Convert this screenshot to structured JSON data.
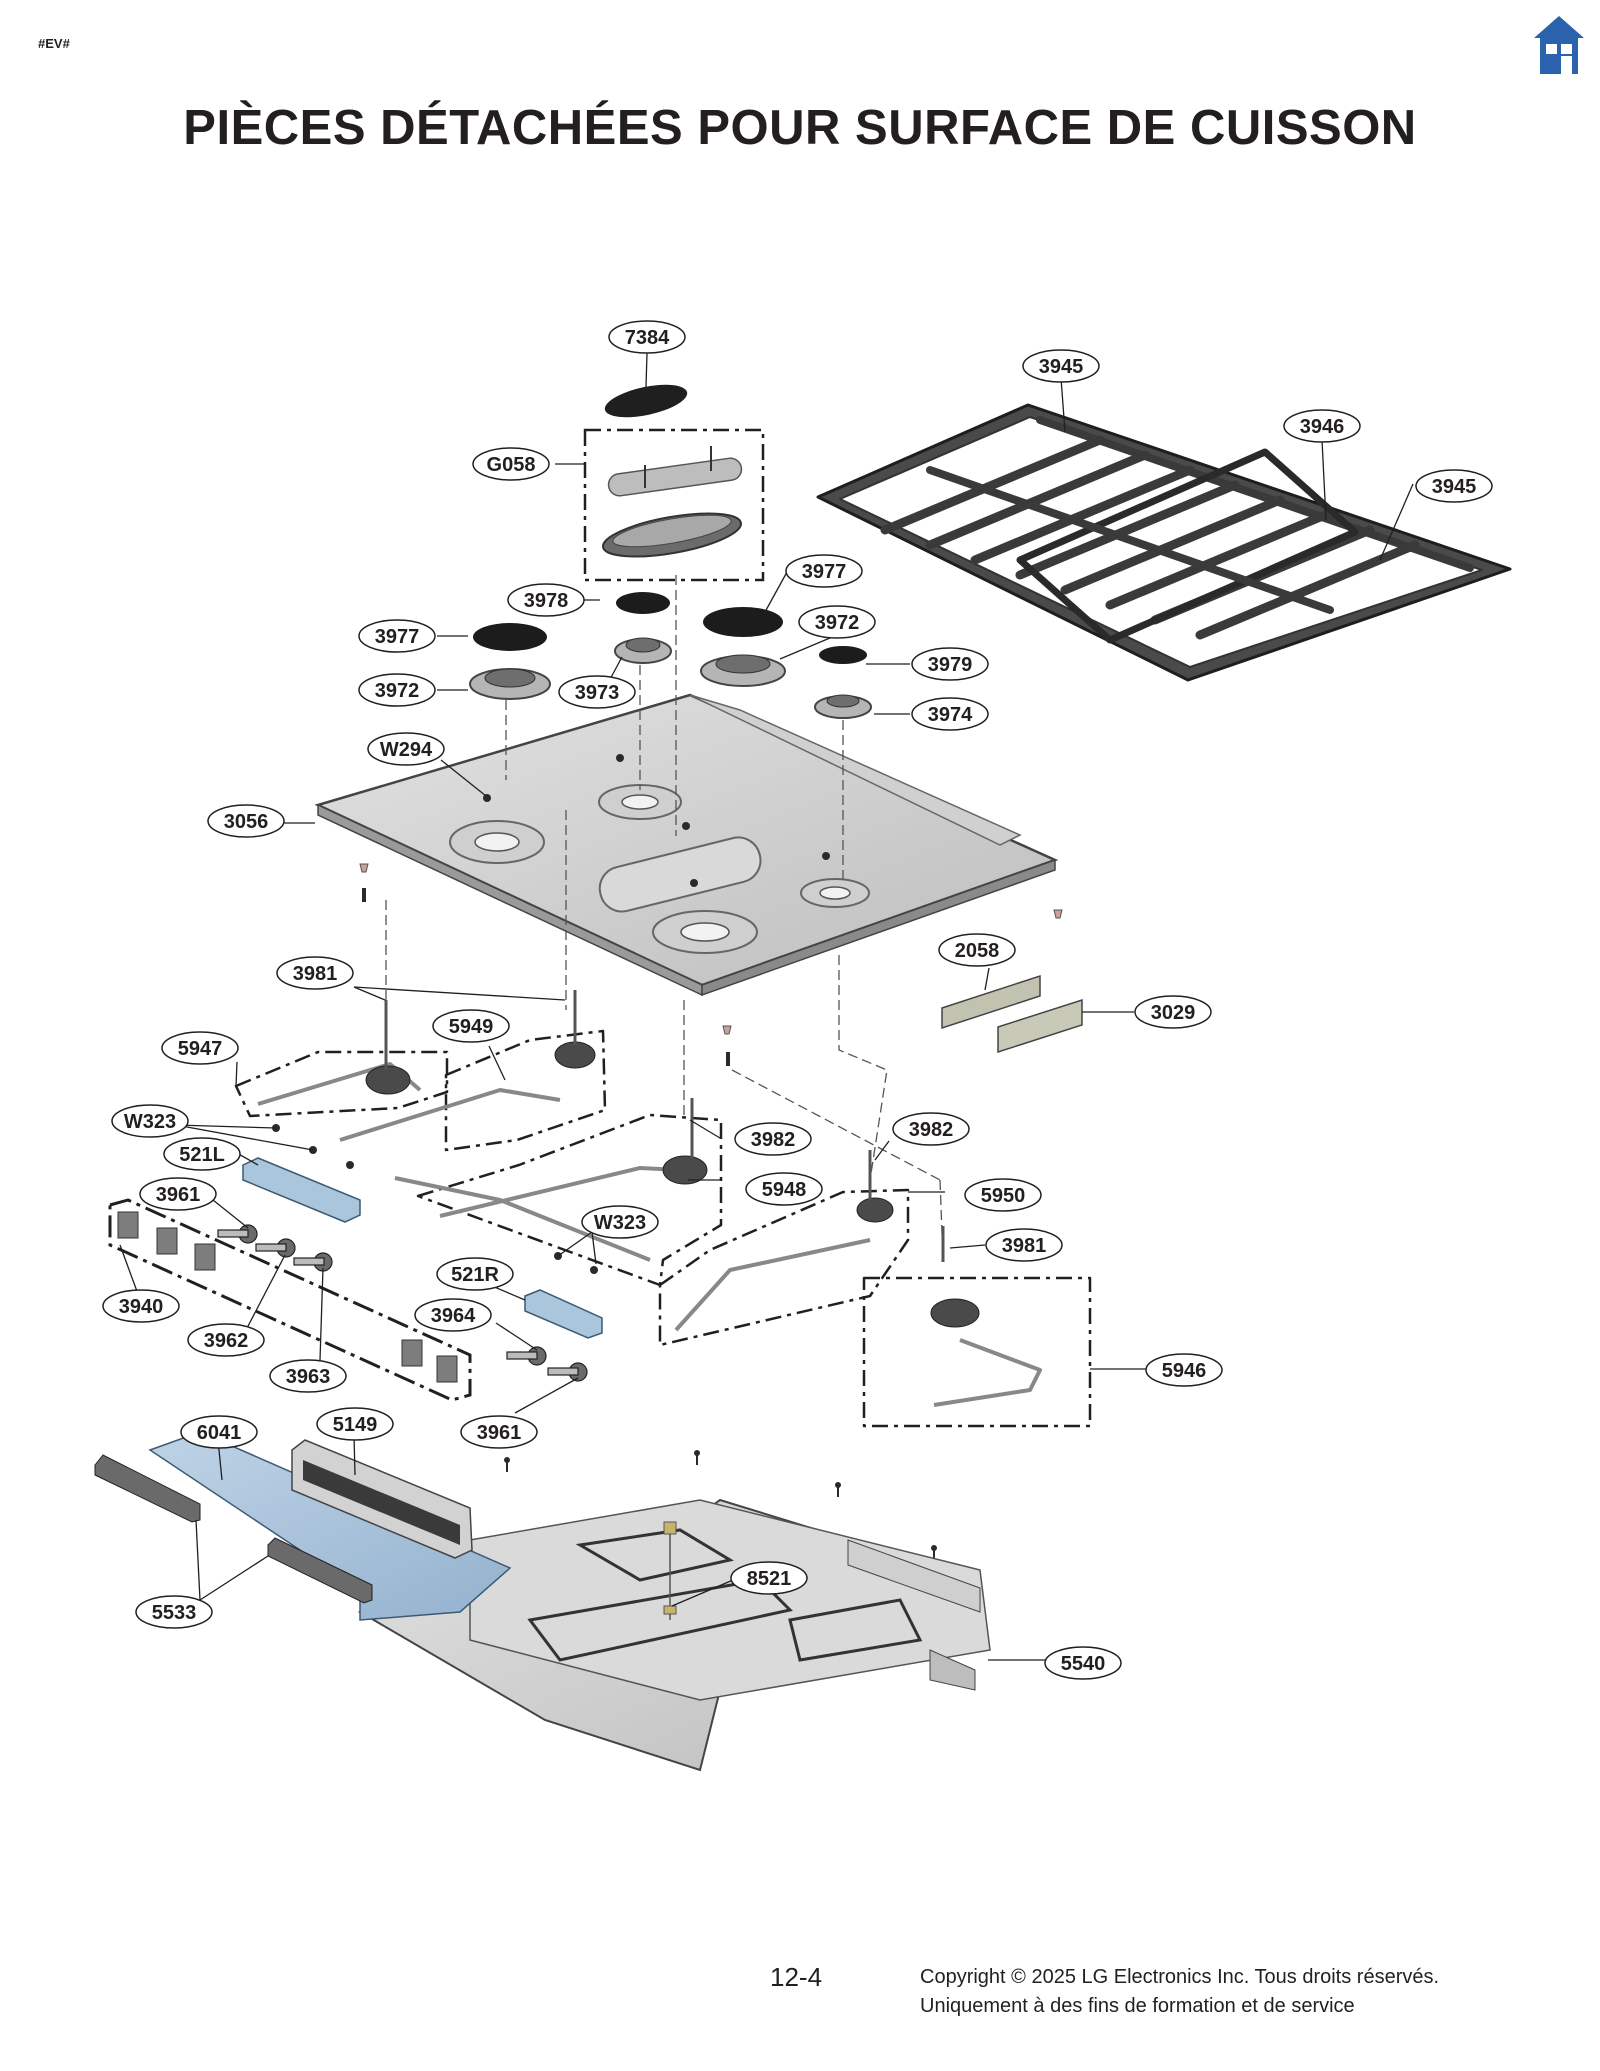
{
  "header": {
    "tag": "#EV#",
    "title": "PIÈCES DÉTACHÉES POUR SURFACE DE CUISSON",
    "home_icon": "home-icon",
    "home_color": "#2b62ad"
  },
  "callouts": {
    "7384": "7384",
    "3945": "3945",
    "3946": "3946",
    "G058": "G058",
    "3977": "3977",
    "3978": "3978",
    "3972": "3972",
    "3973": "3973",
    "3979": "3979",
    "3974": "3974",
    "W294": "W294",
    "3056": "3056",
    "2058": "2058",
    "3029": "3029",
    "3981": "3981",
    "5949": "5949",
    "5947": "5947",
    "W323": "W323",
    "521L": "521L",
    "3961": "3961",
    "3982": "3982",
    "5948": "5948",
    "5950": "5950",
    "3940": "3940",
    "3962": "3962",
    "3963": "3963",
    "521R": "521R",
    "3964": "3964",
    "5946": "5946",
    "6041": "6041",
    "5149": "5149",
    "5533": "5533",
    "8521": "8521",
    "5540": "5540"
  },
  "footer": {
    "page": "12-4",
    "copyright_line1": "Copyright © 2025 LG Electronics Inc. Tous droits réservés.",
    "copyright_line2": "Uniquement à des fins de formation et de service"
  }
}
